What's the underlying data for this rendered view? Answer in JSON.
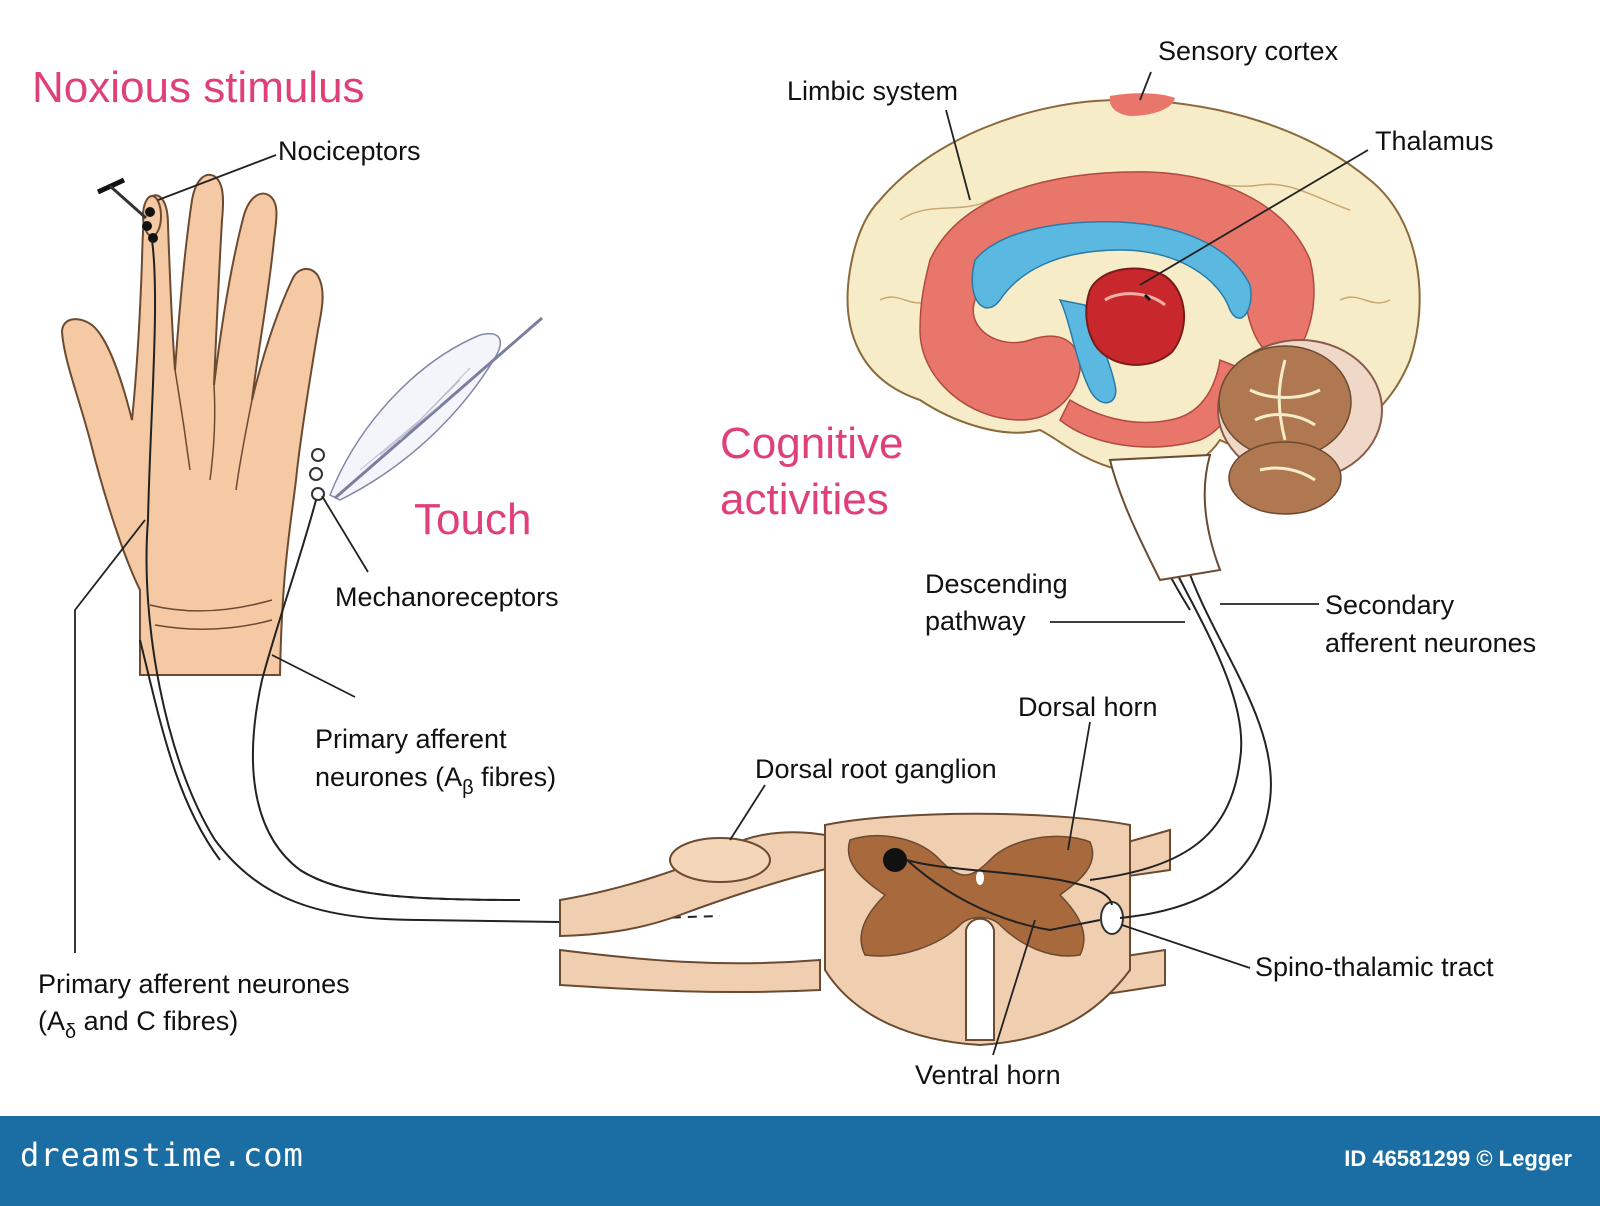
{
  "headings": {
    "noxious_stimulus": "Noxious stimulus",
    "touch": "Touch",
    "cognitive_line1": "Cognitive",
    "cognitive_line2": "activities"
  },
  "labels": {
    "nociceptors": "Nociceptors",
    "mechanoreceptors": "Mechanoreceptors",
    "primary_ab_line1": "Primary afferent",
    "primary_ab_line2_prefix": "neurones (A",
    "primary_ab_sub": "β",
    "primary_ab_line2_suffix": " fibres)",
    "primary_ad_line1": "Primary afferent neurones",
    "primary_ad_line2_prefix": "(A",
    "primary_ad_sub": "δ",
    "primary_ad_line2_suffix": " and C fibres)",
    "limbic_system": "Limbic system",
    "sensory_cortex": "Sensory cortex",
    "thalamus": "Thalamus",
    "descending_line1": "Descending",
    "descending_line2": "pathway",
    "secondary_line1": "Secondary",
    "secondary_line2": "afferent neurones",
    "dorsal_horn": "Dorsal horn",
    "dorsal_root_ganglion": "Dorsal root ganglion",
    "spino_thalamic_tract": "Spino-thalamic tract",
    "ventral_horn": "Ventral horn"
  },
  "footer": {
    "brand": "dreamstime.com",
    "credit": "ID 46581299 © Legger"
  },
  "colors": {
    "pink_text": "#e0407a",
    "footer_bg": "#1a6ea3",
    "skin": "#f4c9a4",
    "cortex": "#f7ecc8",
    "limbic": "#e8766a",
    "ventricle": "#5bb8e0",
    "thalamus": "#c8282c",
    "grey_matter": "#a86a3c",
    "white_matter": "#f0cfb0"
  }
}
